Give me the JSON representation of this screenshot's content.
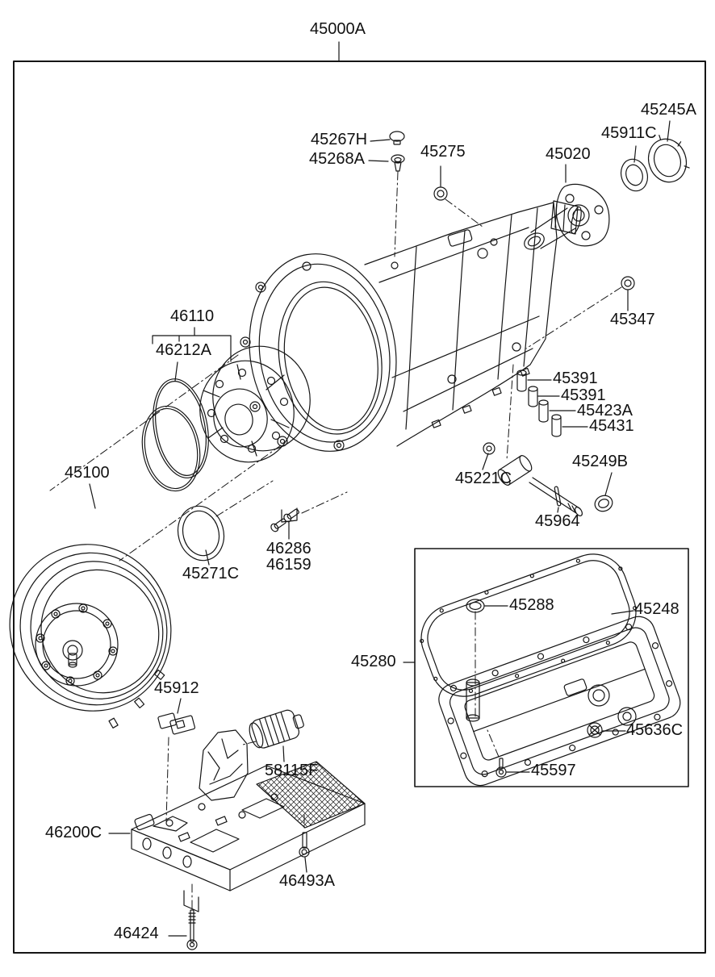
{
  "style": {
    "background": "#ffffff",
    "ink": "#151515"
  },
  "diagram": {
    "description": "Automatic transmission / transaxle parts exploded diagram",
    "labels": [
      {
        "id": "assembly",
        "text": "45000A"
      },
      {
        "id": "cap-45267H",
        "text": "45267H"
      },
      {
        "id": "breather-45268A",
        "text": "45268A"
      },
      {
        "id": "nut-45275",
        "text": "45275"
      },
      {
        "id": "flange-45020",
        "text": "45020"
      },
      {
        "id": "seal-45911C",
        "text": "45911C"
      },
      {
        "id": "oring-45245A",
        "text": "45245A"
      },
      {
        "id": "nut-45347",
        "text": "45347"
      },
      {
        "id": "driveplate-46110",
        "text": "46110"
      },
      {
        "id": "oring-46212A",
        "text": "46212A"
      },
      {
        "id": "spacer-45391-1",
        "text": "45391"
      },
      {
        "id": "spacer-45391-2",
        "text": "45391"
      },
      {
        "id": "spacer-45423A",
        "text": "45423A"
      },
      {
        "id": "spacer-45431",
        "text": "45431"
      },
      {
        "id": "nut-45221C",
        "text": "45221C"
      },
      {
        "id": "ring-45249B",
        "text": "45249B"
      },
      {
        "id": "pin-45964",
        "text": "45964"
      },
      {
        "id": "converter-45100",
        "text": "45100"
      },
      {
        "id": "seal-45271C",
        "text": "45271C"
      },
      {
        "id": "bolt-46286",
        "text": "46286"
      },
      {
        "id": "bolt-46159",
        "text": "46159"
      },
      {
        "id": "pan-assy-45280",
        "text": "45280"
      },
      {
        "id": "oring-45288",
        "text": "45288"
      },
      {
        "id": "gasket-45248",
        "text": "45248"
      },
      {
        "id": "plug-45636C",
        "text": "45636C"
      },
      {
        "id": "bolt-45597",
        "text": "45597"
      },
      {
        "id": "bracket-45912",
        "text": "45912"
      },
      {
        "id": "solenoid-58115F",
        "text": "58115F"
      },
      {
        "id": "valvebody-46200C",
        "text": "46200C"
      },
      {
        "id": "bolt-46493A",
        "text": "46493A"
      },
      {
        "id": "bolt-46424",
        "text": "46424"
      }
    ]
  }
}
